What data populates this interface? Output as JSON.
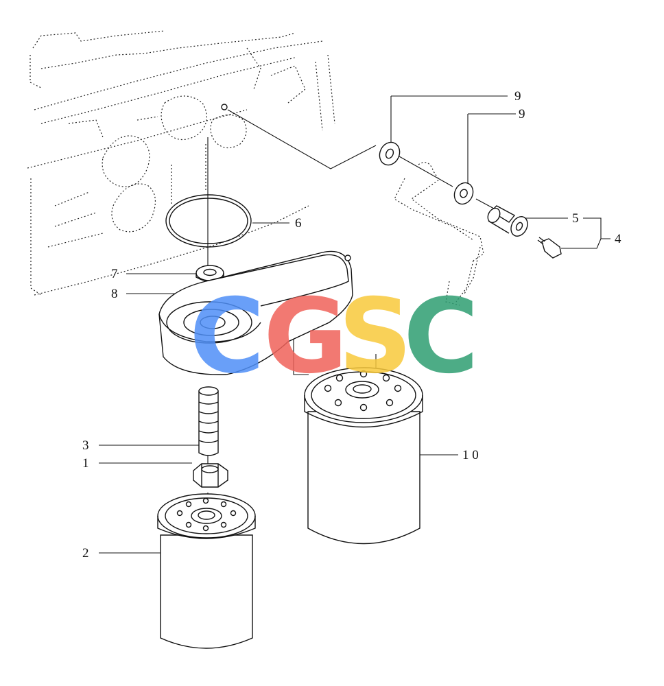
{
  "labels": {
    "l1": "1",
    "l2": "2",
    "l3": "3",
    "l4": "4",
    "l5": "5",
    "l6": "6",
    "l7": "7",
    "l8": "8",
    "l9a": "9",
    "l9b": "9",
    "l10": "1 0"
  },
  "watermark": {
    "c1": "C",
    "g": "G",
    "s": "S",
    "c2": "C",
    "colors": {
      "c1": "#4f8ff7",
      "g": "#f0625a",
      "s": "#f8c93c",
      "c2": "#2e9e72"
    }
  }
}
